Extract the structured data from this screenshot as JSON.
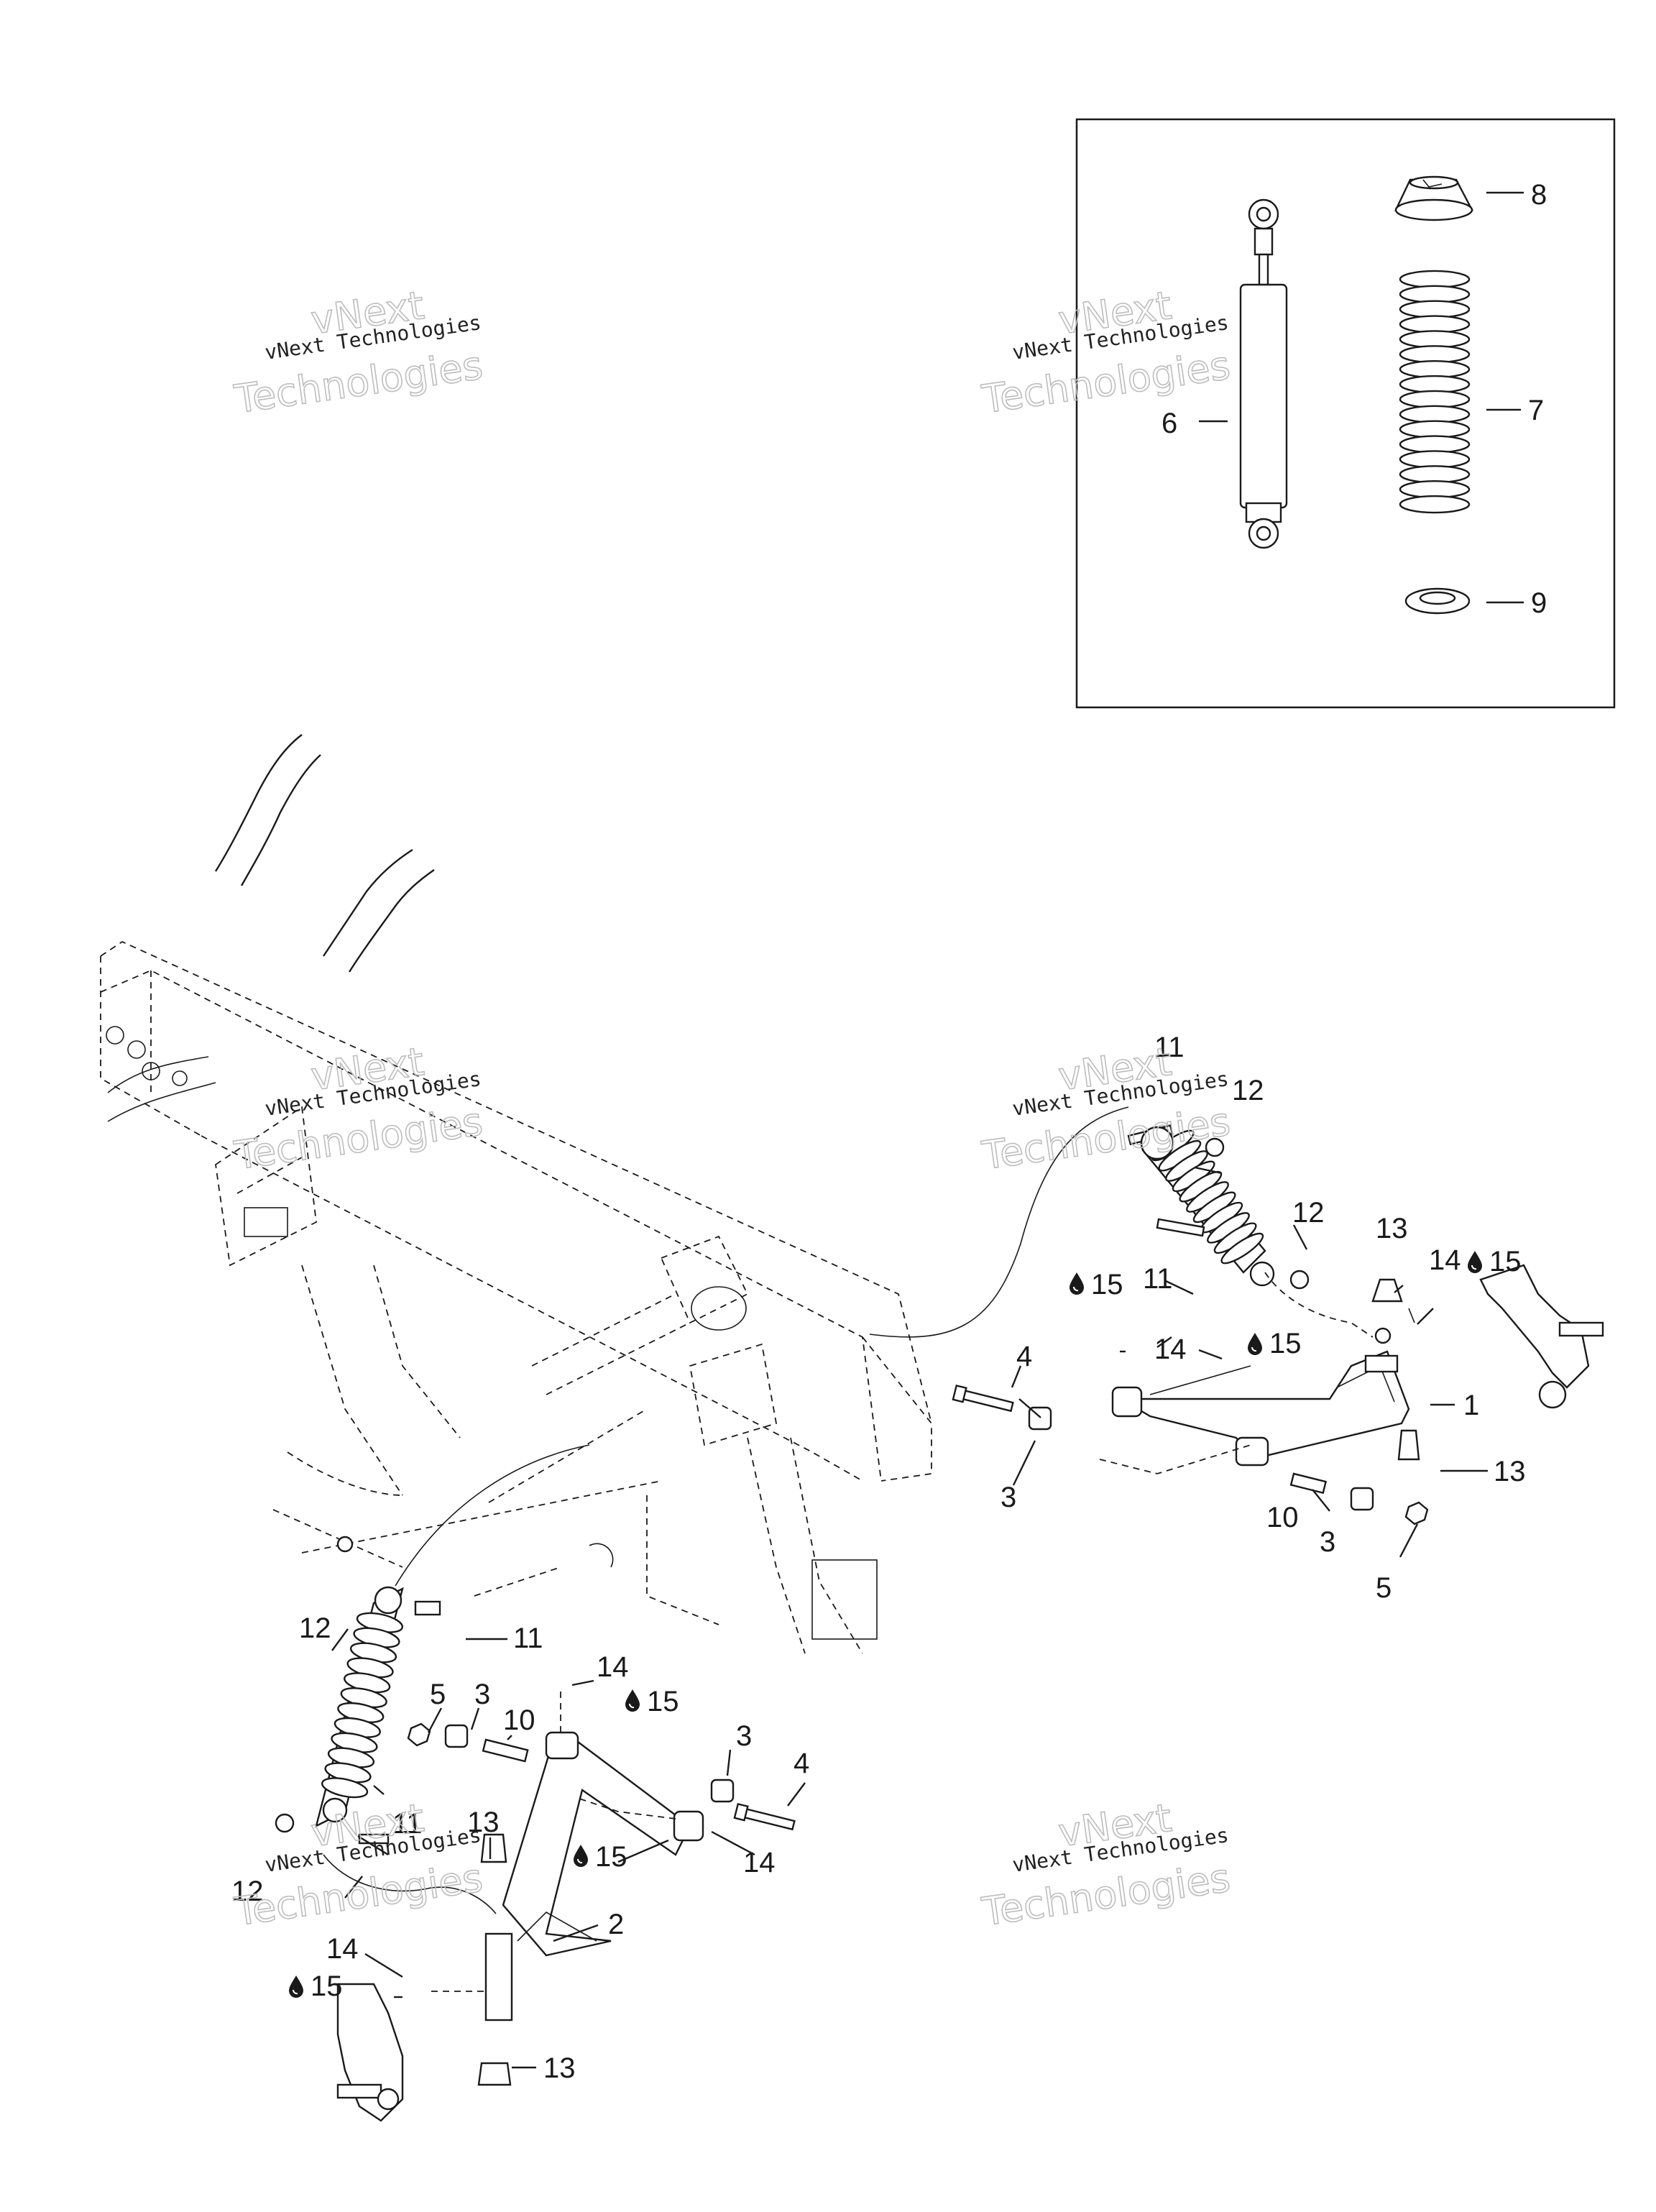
{
  "watermark": {
    "line1": "vNext Technologies",
    "line2": "vNext",
    "line3": "Technologies"
  },
  "callouts": {
    "l1": "1",
    "l2": "2",
    "l3": "3",
    "l4": "4",
    "l5": "5",
    "l6": "6",
    "l7": "7",
    "l8": "8",
    "l9": "9",
    "l10": "10",
    "l11": "11",
    "l12": "12",
    "l13": "13",
    "l14": "14",
    "l15": "15"
  },
  "icons": {
    "oil_drop": "oil-drop-icon"
  }
}
